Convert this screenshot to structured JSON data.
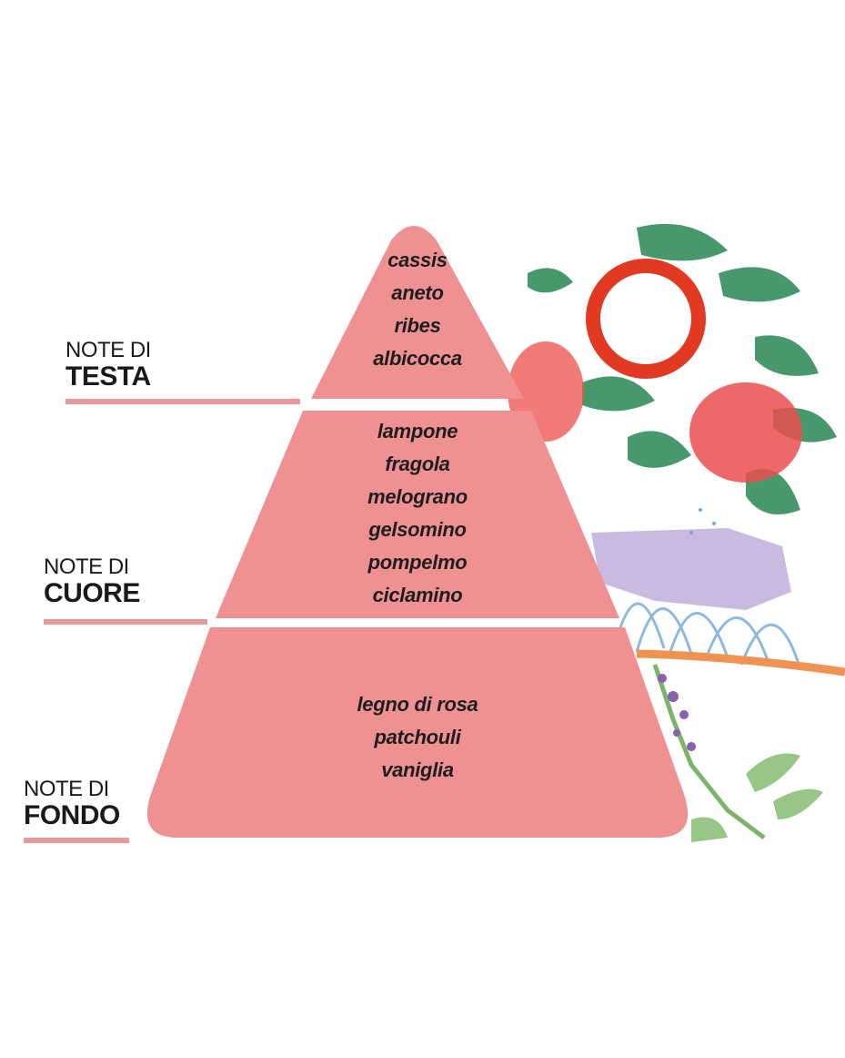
{
  "tiers": [
    {
      "id": "testa",
      "label_top": "NOTE DI",
      "label_main": "TESTA",
      "notes": [
        "cassis",
        "aneto",
        "ribes",
        "albicocca"
      ]
    },
    {
      "id": "cuore",
      "label_top": "NOTE DI",
      "label_main": "CUORE",
      "notes": [
        "lampone",
        "fragola",
        "melograno",
        "gelsomino",
        "pompelmo",
        "ciclamino"
      ]
    },
    {
      "id": "fondo",
      "label_top": "NOTE DI",
      "label_main": "FONDO",
      "notes": [
        "legno di rosa",
        "patchouli",
        "vaniglia"
      ]
    }
  ],
  "colors": {
    "pyramid": "#ef9193",
    "underline": "#e79a9c",
    "text": "#1e1e1e"
  }
}
